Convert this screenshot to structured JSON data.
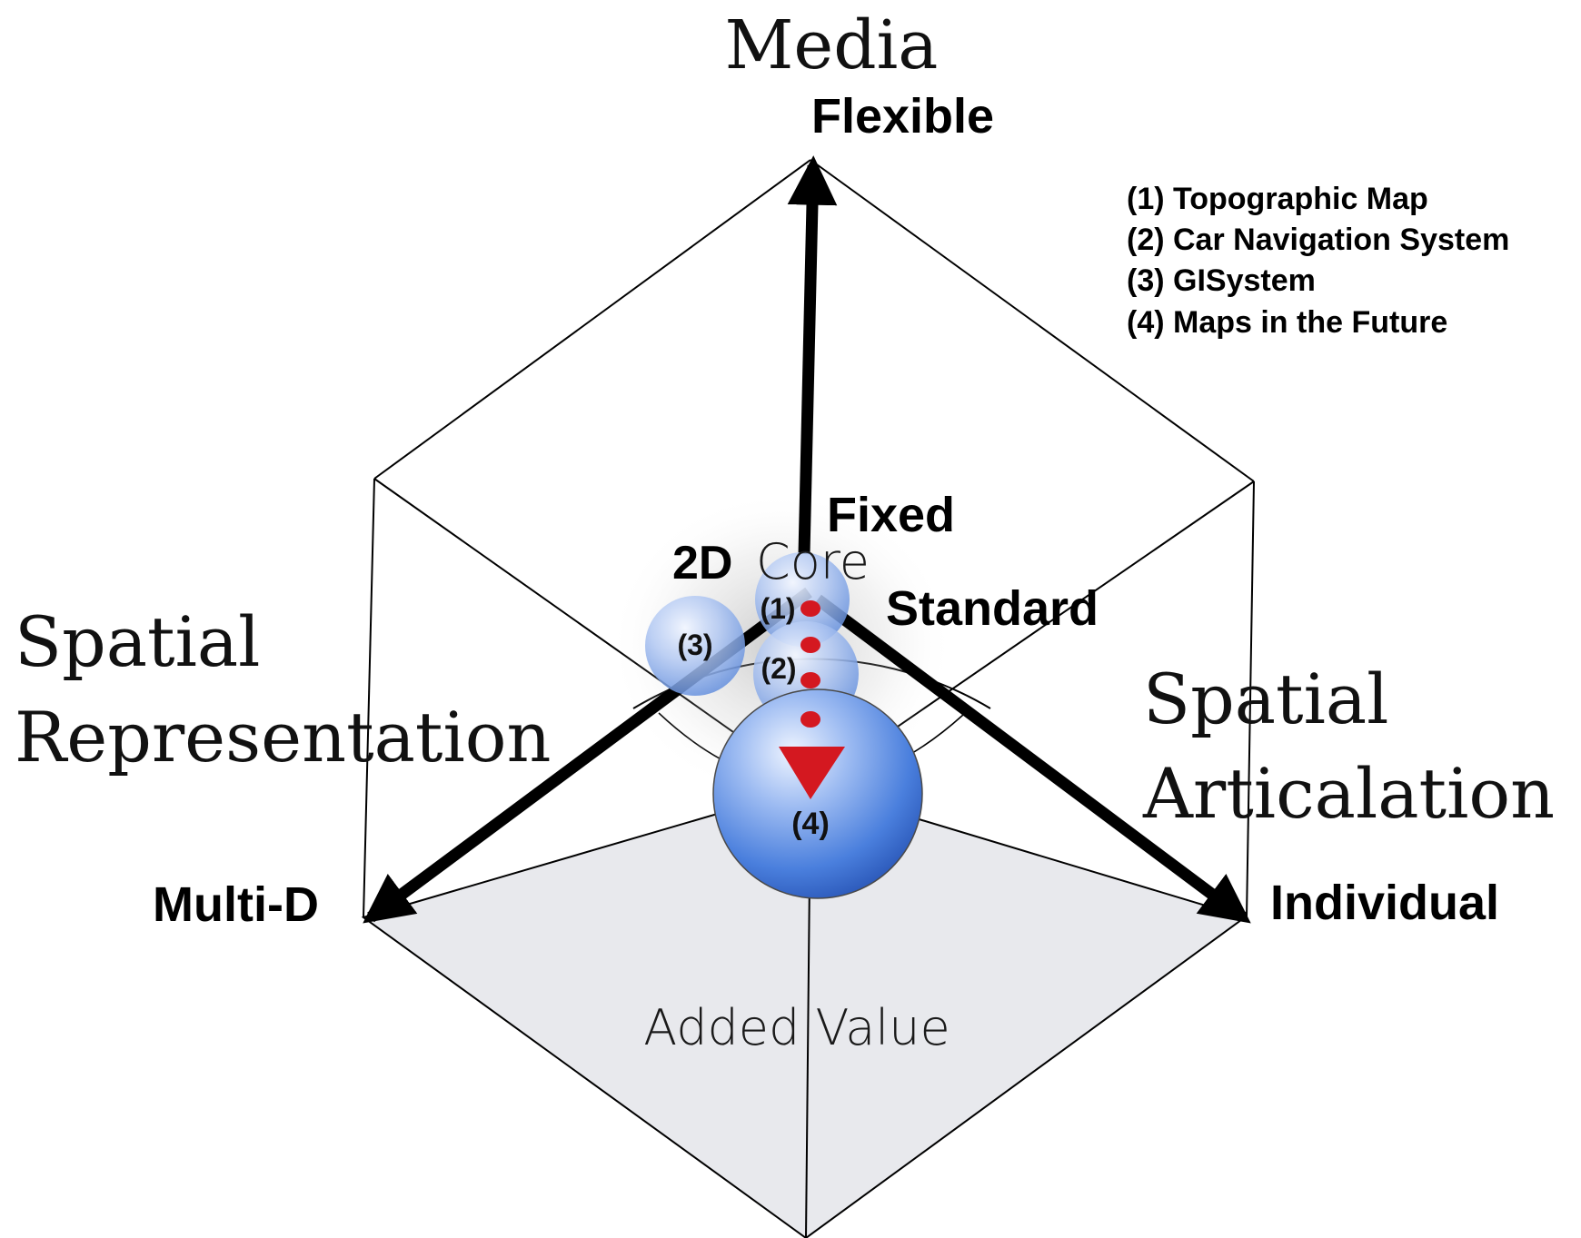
{
  "axes": {
    "media": {
      "title": "Media",
      "end_label": "Flexible",
      "origin_label": "Fixed"
    },
    "spatial_representation": {
      "title_line1": "Spatial",
      "title_line2": "Representation",
      "end_label": "Multi-D",
      "origin_label": "2D"
    },
    "spatial_articulation": {
      "title_line1": "Spatial",
      "title_line2": "Articalation",
      "end_label": "Individual",
      "origin_label": "Standard"
    }
  },
  "center_label": "Core",
  "bottom_face_label": "Added Value",
  "spheres": [
    {
      "label": "(1)"
    },
    {
      "label": "(2)"
    },
    {
      "label": "(3)"
    },
    {
      "label": "(4)"
    }
  ],
  "legend": [
    "(1) Topographic Map",
    "(2) Car Navigation System",
    "(3) GISystem",
    "(4) Maps in the Future"
  ],
  "colors": {
    "sphere_blue": "#3f76d9",
    "sphere_highlight": "#e8f0ff",
    "trend_red": "#d41820",
    "bottom_face": "#e8e9ed",
    "axis": "#000000"
  }
}
